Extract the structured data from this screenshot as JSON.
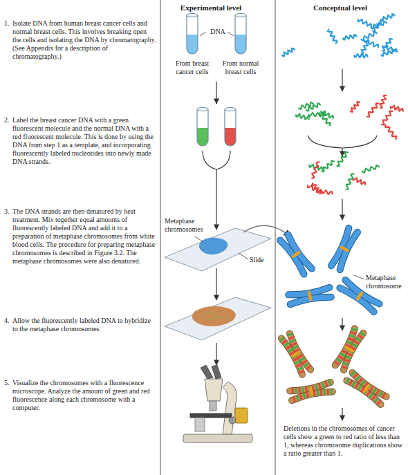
{
  "diagram": {
    "labels": [
      "Experimental level",
      "Conceptual level",
      "1.",
      "Isolate DNA from human breast cancer cells and normal breast cells. This involves breaking open the cells and isolating the DNA by chromatography. (See Appendix for a description of chromatography.)",
      "DNA",
      "From breast cancer cells",
      "From normal breast cells",
      "2.",
      "Label the breast cancer DNA with a green fluorescent molecule and the normal DNA with a red fluorescent molecule. This is done by using the DNA from step 1 as a template, and incorporating fluorescently labeled nucleotides into newly made DNA strands.",
      "3.",
      "The DNA strands are then denatured by heat treatment. Mix together equal amounts of fluorescently labeled DNA and add it to a preparation of metaphase chromosomes from white blood cells. The procedure for preparing metaphase chromosomes is described in Figure 3.2. The metaphase chromosomes were also denatured.",
      "Metaphase chromosomes",
      "Slide",
      "Metaphase chromosome",
      "4.",
      "Allow the fluorescently labeled DNA to hybridize to the metaphase chromosomes.",
      "5.",
      "Visualize the chromosomes with a fluorescence microscope. Analyze the amount of green and red fluorescence along each chromosome with a computer.",
      "Deletions in the chromosomes of cancer cells show a green to red ratio of less than 1, whereas chromosome duplications show a ratio greater than 1."
    ]
  }
}
